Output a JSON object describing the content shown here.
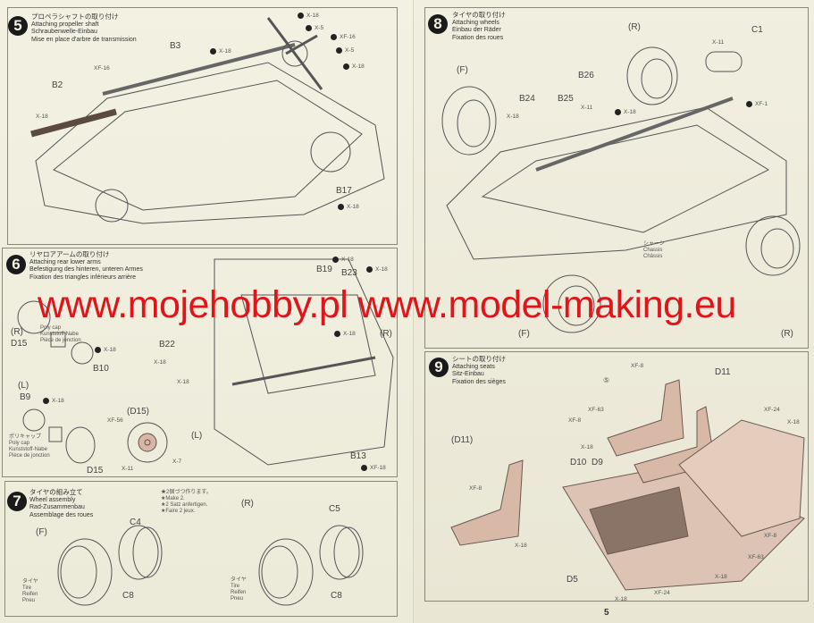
{
  "steps": [
    {
      "number": "5",
      "jp": "プロペラシャフトの取り付け",
      "en": "Attaching propeller shaft",
      "de": "Schraubenwelle-Einbau",
      "fr": "Mise en place d'arbre de transmission"
    },
    {
      "number": "6",
      "jp": "リヤロアアームの取り付け",
      "en": "Attaching rear lower arms",
      "de": "Befestigung des hinteren, unteren Armes",
      "fr": "Fixation des triangles inférieurs arrière"
    },
    {
      "number": "7",
      "jp": "タイヤの組み立て",
      "en": "Wheel assembly",
      "de": "Rad-Zusammenbau",
      "fr": "Assemblage des roues"
    },
    {
      "number": "8",
      "jp": "タイヤの取り付け",
      "en": "Attaching wheels",
      "de": "Einbau der Räder",
      "fr": "Fixation des roues"
    },
    {
      "number": "9",
      "jp": "シートの取り付け",
      "en": "Attaching seats",
      "de": "Sitz-Einbau",
      "fr": "Fixation des sièges"
    }
  ],
  "step5": {
    "parts": [
      "B3",
      "B2",
      "B17"
    ],
    "paints": [
      "XF-16",
      "X-18",
      "X-18",
      "X-5",
      "XF-16",
      "X-5",
      "X-18",
      "X-18",
      "X-18"
    ]
  },
  "step6": {
    "parts": [
      "D15",
      "B19",
      "B23",
      "B22",
      "B10",
      "B9",
      "D15",
      "B13"
    ],
    "sides": [
      "(R)",
      "(R)",
      "(L)",
      "(D15)",
      "(L)"
    ],
    "paints": [
      "X-18",
      "X-18",
      "X-18",
      "X-18",
      "X-18",
      "X-18",
      "XF-56",
      "X-11",
      "X-7",
      "XF-18",
      "X-18"
    ],
    "polycap": "ポリキャップ\nPoly cap\nKunststoff-Nabe\nPièce de jonction",
    "polycap_top": "Poly cap\nKunststoff-Nabe\nPièce de jonction"
  },
  "step7": {
    "note": "★2個づつ作ります。\n★Make 2.\n★2 Satz anfertigen.\n★Faire 2 jeux.",
    "sides": [
      "(F)",
      "(R)"
    ],
    "parts": [
      "C4",
      "C8",
      "C5",
      "C8"
    ],
    "tire": "タイヤ\nTire\nReifen\nPneu"
  },
  "step8": {
    "sides": [
      "(F)",
      "(R)",
      "(F)",
      "(R)"
    ],
    "parts": [
      "B24",
      "B25",
      "B26",
      "C1"
    ],
    "paints": [
      "X-18",
      "X-11",
      "X-18",
      "X-11",
      "XF-1"
    ],
    "chassis": "シャーシ\nChassis\nChâssis"
  },
  "step9": {
    "parts": [
      "D11",
      "(D11)",
      "D10",
      "D9",
      "D5"
    ],
    "circle": "⑤",
    "paints": [
      "XF-8",
      "XF-63",
      "XF-8",
      "XF-24",
      "X-18",
      "X-18",
      "XF-8",
      "X-18",
      "X-18",
      "XF-24",
      "X-18",
      "XF-8",
      "XF-63"
    ]
  },
  "watermark": "www.mojehobby.pl www.model-making.eu",
  "page_number": "5",
  "colors": {
    "paper": "#f3f1e2",
    "ink": "#333333",
    "watermark": "#e0141a",
    "seat": "#d8b9a8"
  }
}
